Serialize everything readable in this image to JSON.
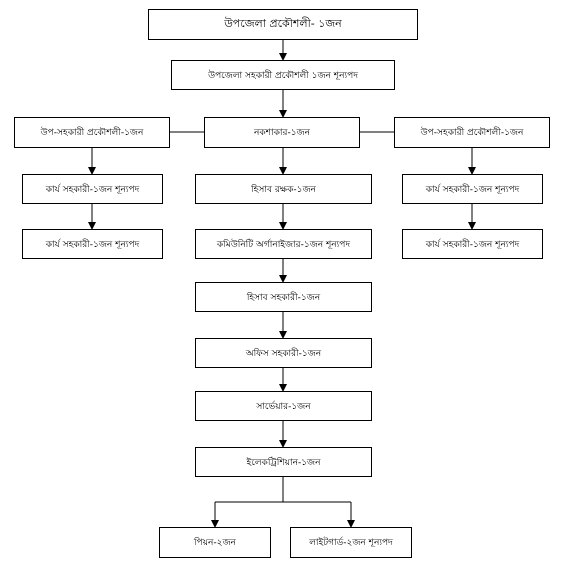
{
  "org_chart": {
    "top": "উপজেলা প্রকৌশলী- ১জন",
    "assistant_engineer": "উপজেলা সহকারী প্রকৌশলী ১জন শূন্যপদ",
    "left_sub_engineer": "উপ-সহকারী প্রকৌশলী-১জন",
    "draftsman": "নকশাকার-১জন",
    "right_sub_engineer": "উপ-সহকারী প্রকৌশলী-১জন",
    "left_work_assistant_1": "কার্য সহকারী-১জন শূন্যপদ",
    "left_work_assistant_2": "কার্য সহকারী-১জন শূন্যপদ",
    "accounts_keeper": "হিসাব রক্ষক-১জন",
    "community_organizer": "কমিউনিটি অর্গানাইজার-১জন শূন্যপদ",
    "accounts_assistant": "হিসাব সহকারী-১জন",
    "office_assistant": "অফিস সহকারী-১জন",
    "surveyor": "সার্ভেয়ার-১জন",
    "electrician": "ইলেকট্রিশিয়ান-১জন",
    "peon": "পিয়ন-২জন",
    "lineman": "লাইটগার্ড-২জন শূন্যপদ",
    "right_work_assistant_1": "কার্য সহকারী-১জন শূন্যপদ",
    "right_work_assistant_2": "কার্য সহকারী-১জন শূন্যপদ"
  }
}
